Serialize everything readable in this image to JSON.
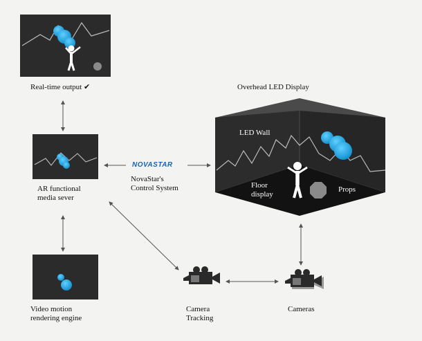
{
  "labels": {
    "realtime_output": "Real-time output ✔",
    "overhead_led": "Overhead LED Display",
    "led_wall": "LED Wall",
    "floor_display": [
      "Floor",
      "display"
    ],
    "props": "Props",
    "ar_server": [
      "AR functional",
      "media sever"
    ],
    "control_system": [
      "NovaStar's",
      "Control System"
    ],
    "video_engine": [
      "Video motion",
      "rendering engine"
    ],
    "camera_tracking": [
      "Camera",
      "Tracking"
    ],
    "cameras": "Cameras"
  },
  "logo": {
    "part1": "NOVA",
    "part2": "STAR"
  },
  "colors": {
    "background": "#f3f3f1",
    "panel": "#2b2b2b",
    "accent": "#1fa6e0",
    "arrow": "#555555",
    "logo_blue": "#1565b0",
    "logo_green": "#7cc242"
  },
  "icons": [
    "person-figure-icon",
    "bubble-icon",
    "camera-icon",
    "octagon-prop-icon"
  ]
}
